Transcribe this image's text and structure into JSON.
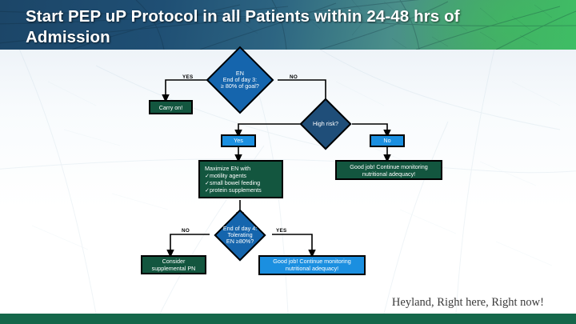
{
  "slide": {
    "title": "Start PEP uP Protocol in all Patients within 24-48 hrs of Admission",
    "footer": "Heyland, Right here, Right now!",
    "accent_header_from": "#1c4668",
    "accent_header_to": "#3fbe66",
    "bottom_bar_color": "#14674a",
    "diamond_color": "#1565ad",
    "diamond_navy_color": "#1f4e79",
    "box_blue_color": "#1b8fe0",
    "box_green_color": "#13563f"
  },
  "flow": {
    "decision_en": {
      "line1": "EN",
      "line2": "End of day 3:",
      "line3": "≥ 80% of goal?"
    },
    "decision_high_risk": {
      "line1": "High risk?"
    },
    "decision_day4": {
      "line1": "End of day 4:",
      "line2": "Tolerating",
      "line3": "EN ≥80%?"
    },
    "carry_on": {
      "line1": "Carry on!"
    },
    "answer_yes": {
      "label": "Yes"
    },
    "answer_no": {
      "label": "No"
    },
    "maximize_en": {
      "line1": "Maximize EN with",
      "line2": "✓motility agents",
      "line3": "✓small bowel feeding",
      "line4": "✓protein supplements"
    },
    "good_job_right": {
      "line1": "Good job! Continue monitoring",
      "line2": "nutritional adequacy!"
    },
    "consider_pn": {
      "line1": "Consider",
      "line2": "supplemental PN"
    },
    "good_job_bottom": {
      "line1": "Good job! Continue monitoring",
      "line2": "nutritional adequacy!"
    },
    "labels": {
      "yes_top": "YES",
      "no_top": "NO",
      "no_bottom": "NO",
      "yes_bottom": "YES"
    }
  }
}
